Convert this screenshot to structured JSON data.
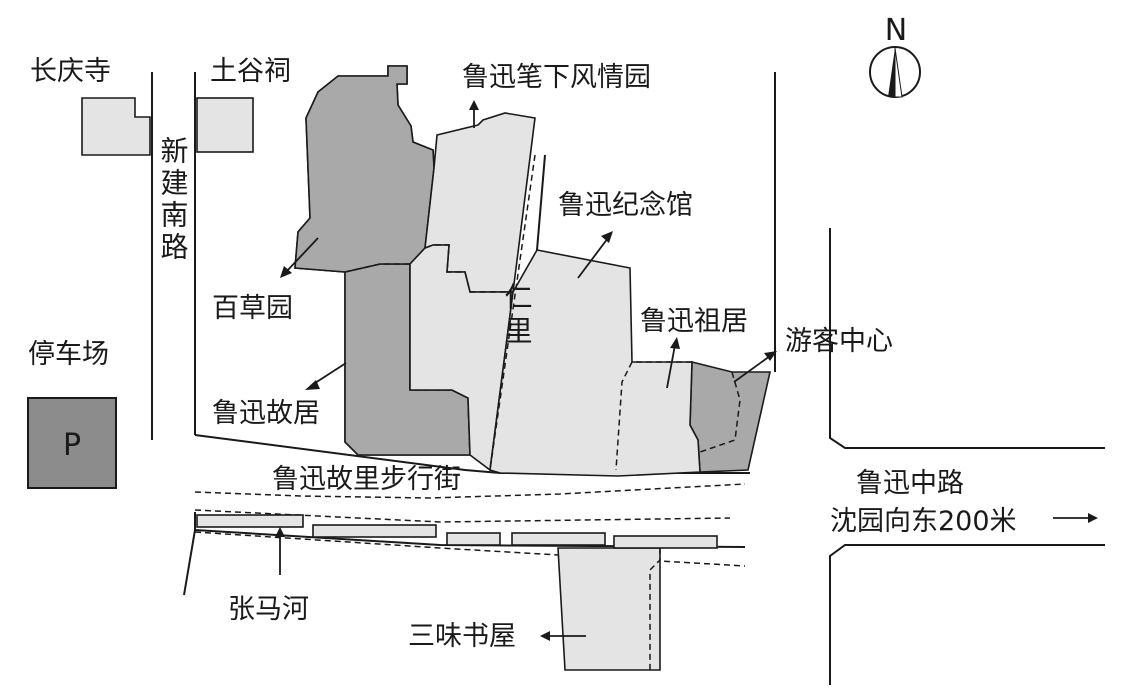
{
  "compass": {
    "north_label": "N"
  },
  "places": {
    "changqing_temple": "长庆寺",
    "tugu_shrine": "土谷祠",
    "luxun_scenes_garden": "鲁迅笔下风情园",
    "xinjian_south_road": "新建南路",
    "luxun_memorial_hall": "鲁迅纪念馆",
    "baicao_garden": "百草园",
    "renli": "仁里",
    "luxun_ancestral_home": "鲁迅祖居",
    "visitor_center": "游客中心",
    "parking": "停车场",
    "parking_sign": "P",
    "luxun_former_residence": "鲁迅故居",
    "luxun_hometown_street": "鲁迅故里步行街",
    "luxun_middle_road": "鲁迅中路",
    "shenyuan_direction": "沈园向东200米",
    "zhangma_river": "张马河",
    "sanwei_study": "三味书屋"
  },
  "colors": {
    "dark_area": "#a9a9a9",
    "light_area": "#e4e4e4",
    "parking_fill": "#8c8c8c",
    "line": "#1a1a1a"
  }
}
